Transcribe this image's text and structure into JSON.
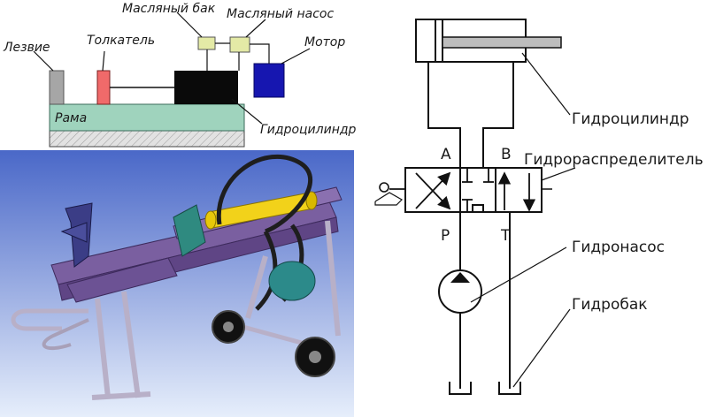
{
  "top_left_diagram": {
    "labels": {
      "blade": "Лезвие",
      "pusher": "Толкатель",
      "oil_tank": "Масляный бак",
      "oil_pump": "Масляный насос",
      "motor": "Мотор",
      "frame": "Рама",
      "cylinder": "Гидроцилиндр"
    },
    "colors": {
      "blade": "#a6a6a6",
      "pusher": "#f06a6a",
      "cylinder": "#0a0a0a",
      "motor": "#1616b0",
      "tank": "#e4eaa6",
      "frame": "#9fd3bd",
      "base": "#e2e2e2"
    }
  },
  "render_3d": {
    "colors": {
      "background_top": "#4a68c8",
      "background_bottom": "#e6eefb",
      "frame": "#7a5fa0",
      "cylinder": "#f2d21a",
      "wedge": "#3b3d86",
      "plate": "#2f8a80"
    }
  },
  "schematic": {
    "labels": {
      "cylinder": "Гидроцилиндр",
      "valve": "Гидрораспределитель",
      "pump": "Гидронасос",
      "tank": "Гидробак"
    },
    "ports": {
      "a": "A",
      "b": "B",
      "p": "P",
      "t": "T"
    }
  }
}
